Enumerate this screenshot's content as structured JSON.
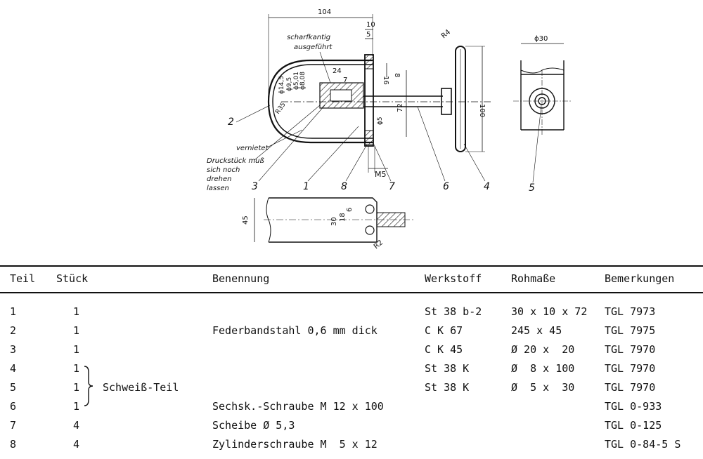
{
  "drawing": {
    "dims": {
      "d104": "104",
      "d10": "10",
      "d5": "5",
      "d24": "24",
      "d7": "7",
      "d16": "16",
      "d6": "6",
      "d8": "8",
      "d72": "72",
      "d100": "100",
      "d30": "30",
      "d45": "45",
      "d18": "18",
      "dia145": "ϕ14,5",
      "dia95": "ϕ9,5",
      "dia5": "ϕ5,01",
      "dia8": "ϕ8,08",
      "dia5b": "ϕ5",
      "dia30": "ϕ30",
      "r4": "R4",
      "r2": "R2",
      "m5": "M5",
      "r35": "R35"
    },
    "notes": {
      "scharfkantig": "scharfkantig",
      "ausgefuehrt": "ausgeführt",
      "vernietet": "vernietet",
      "druck1": "Druckstück muß",
      "druck2": "sich noch",
      "druck3": "drehen",
      "druck4": "lassen"
    },
    "callouts": [
      "1",
      "2",
      "3",
      "4",
      "5",
      "6",
      "7",
      "8"
    ]
  },
  "table": {
    "headers": {
      "teil": "Teil",
      "stueck": "Stück",
      "benennung": "Benennung",
      "werkstoff": "Werkstoff",
      "rohmasse": "Rohmaße",
      "bemerkungen": "Bemerkungen"
    },
    "group_label": "Schweiß-Teil",
    "rows": [
      {
        "teil": "1",
        "stueck": "1",
        "benennung": "",
        "werkstoff": "St 38 b-2",
        "rohmasse": "30 x 10 x 72",
        "bemerkungen": "TGL 7973"
      },
      {
        "teil": "2",
        "stueck": "1",
        "benennung": "Federbandstahl 0,6 mm dick",
        "werkstoff": "C K 67",
        "rohmasse": "245 x 45",
        "bemerkungen": "TGL 7975"
      },
      {
        "teil": "3",
        "stueck": "1",
        "benennung": "",
        "werkstoff": "C K 45",
        "rohmasse": "Ø 20 x  20",
        "bemerkungen": "TGL 7970"
      },
      {
        "teil": "4",
        "stueck": "1",
        "benennung": "",
        "werkstoff": "St 38 K",
        "rohmasse": "Ø  8 x 100",
        "bemerkungen": "TGL 7970"
      },
      {
        "teil": "5",
        "stueck": "1",
        "benennung": "",
        "werkstoff": "St 38 K",
        "rohmasse": "Ø  5 x  30",
        "bemerkungen": "TGL 7970"
      },
      {
        "teil": "6",
        "stueck": "1",
        "benennung": "Sechsk.-Schraube M 12 x 100",
        "werkstoff": "",
        "rohmasse": "",
        "bemerkungen": "TGL 0-933"
      },
      {
        "teil": "7",
        "stueck": "4",
        "benennung": "Scheibe Ø 5,3",
        "werkstoff": "",
        "rohmasse": "",
        "bemerkungen": "TGL 0-125"
      },
      {
        "teil": "8",
        "stueck": "4",
        "benennung": "Zylinderschraube M  5 x 12",
        "werkstoff": "",
        "rohmasse": "",
        "bemerkungen": "TGL 0-84-5 S"
      }
    ]
  }
}
